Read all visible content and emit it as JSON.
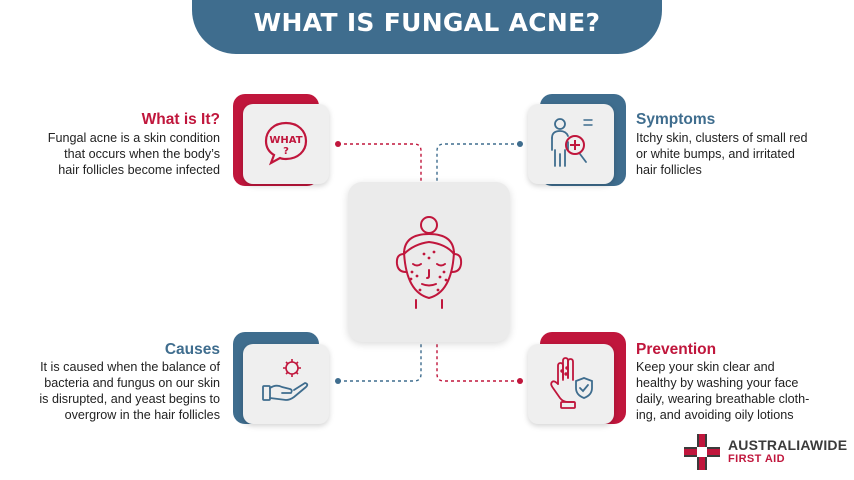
{
  "title": "WHAT IS FUNGAL ACNE?",
  "sections": {
    "what": {
      "heading": "What is It?",
      "lines": [
        "Fungal acne is a skin condition",
        "that occurs when the body’s",
        "hair follicles become infected"
      ],
      "icon": "speech-bubble-what-icon",
      "badge": "WHAT",
      "badge_mark": "?"
    },
    "symptoms": {
      "heading": "Symptoms",
      "lines": [
        "Itchy skin, clusters of small red",
        "or white bumps, and irritated",
        "hair follicles"
      ],
      "icon": "person-magnifier-icon"
    },
    "causes": {
      "heading": "Causes",
      "lines": [
        "It is caused when the balance of",
        "bacteria and fungus on our skin",
        "is disrupted, and yeast begins to",
        "overgrow in the hair follicles"
      ],
      "icon": "hand-germ-icon"
    },
    "prevention": {
      "heading": "Prevention",
      "lines": [
        "Keep your skin clear and",
        "healthy by washing your face",
        "daily, wearing breathable cloth-",
        "ing, and avoiding oily lotions"
      ],
      "icon": "hand-shield-icon"
    }
  },
  "center": {
    "icon": "face-acne-icon"
  },
  "logo": {
    "line1": "AUSTRALIAWIDE",
    "line2": "FIRST AID",
    "icon": "cross-flag-icon"
  },
  "colors": {
    "red": "#c0163c",
    "blue": "#3f6d8e",
    "box": "#efefef"
  }
}
